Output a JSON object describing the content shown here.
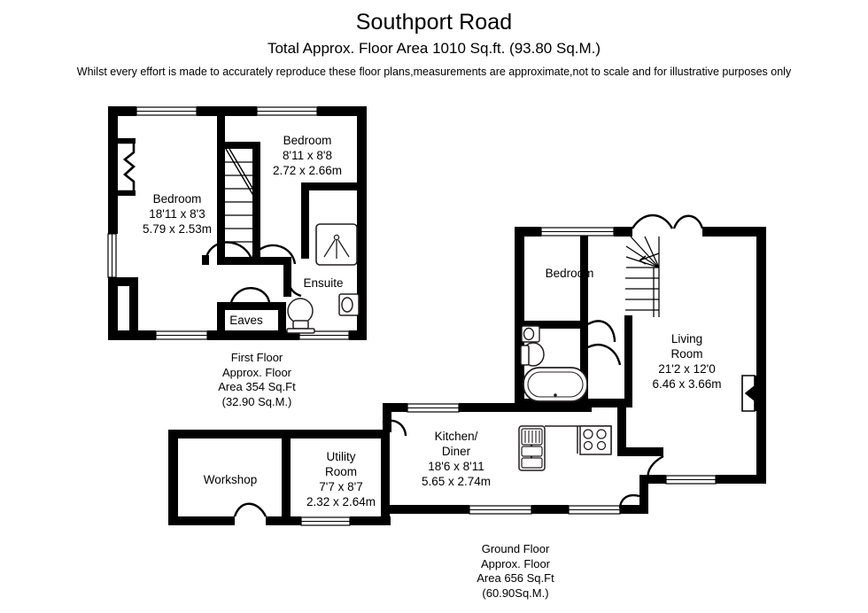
{
  "header": {
    "title": "Southport Road",
    "subtitle": "Total Approx. Floor Area 1010 Sq.ft. (93.80 Sq.M.)",
    "disclaimer": "Whilst every effort is made to accurately reproduce these floor plans,measurements are\napproximate,not to scale and for illustrative purposes only"
  },
  "colors": {
    "wall": "#000000",
    "background": "#ffffff",
    "fixture_stroke": "#231f20",
    "window_fill": "#ffffff",
    "text": "#000000"
  },
  "floors": [
    {
      "id": "first-floor",
      "caption": "First Floor\nApprox. Floor\nArea 354 Sq.Ft\n(32.90 Sq.M.)",
      "caption_name": "First Floor",
      "area_sqft": "354 Sq.Ft",
      "area_sqm": "(32.90 Sq.M.)",
      "rooms": [
        {
          "id": "bedroom-first-left",
          "name": "Bedroom",
          "dimensions_imperial": "18'11 x 8'3",
          "dimensions_metric": "5.79 x 2.53m",
          "label": "Bedroom\n18'11 x 8'3\n5.79 x 2.53m"
        },
        {
          "id": "bedroom-first-top",
          "name": "Bedroom",
          "dimensions_imperial": "8'11 x 8'8",
          "dimensions_metric": "2.72 x 2.66m",
          "label": "Bedroom\n8'11 x 8'8\n2.72 x 2.66m"
        },
        {
          "id": "ensuite",
          "name": "Ensuite",
          "dimensions_imperial": "",
          "dimensions_metric": "",
          "label": "Ensuite"
        },
        {
          "id": "eaves",
          "name": "Eaves",
          "dimensions_imperial": "",
          "dimensions_metric": "",
          "label": "Eaves"
        }
      ]
    },
    {
      "id": "ground-floor",
      "caption": "Ground Floor\nApprox. Floor\nArea 656 Sq.Ft\n(60.90Sq.M.)",
      "caption_name": "Ground Floor",
      "area_sqft": "656 Sq.Ft",
      "area_sqm": "(60.90Sq.M.)",
      "rooms": [
        {
          "id": "workshop",
          "name": "Workshop",
          "dimensions_imperial": "",
          "dimensions_metric": "",
          "label": "Workshop"
        },
        {
          "id": "utility-room",
          "name": "Utility Room",
          "dimensions_imperial": "7'7 x 8'7",
          "dimensions_metric": "2.32 x 2.64m",
          "label": "Utility\nRoom\n7'7 x 8'7\n2.32 x 2.64m"
        },
        {
          "id": "kitchen-diner",
          "name": "Kitchen/ Diner",
          "dimensions_imperial": "18'6 x 8'11",
          "dimensions_metric": "5.65 x 2.74m",
          "label": "Kitchen/\nDiner\n18'6 x 8'11\n5.65 x 2.74m"
        },
        {
          "id": "bedroom-ground",
          "name": "Bedroom",
          "dimensions_imperial": "",
          "dimensions_metric": "",
          "label": "Bedroom"
        },
        {
          "id": "living-room",
          "name": "Living Room",
          "dimensions_imperial": "21'2 x 12'0",
          "dimensions_metric": "6.46 x 3.66m",
          "label": "Living\nRoom\n21'2 x 12'0\n6.46 x 3.66m"
        }
      ]
    }
  ],
  "fixtures": [
    {
      "id": "shower-tray",
      "icon": "shower-icon",
      "floor": "first-floor"
    },
    {
      "id": "wc-first",
      "icon": "toilet-icon",
      "floor": "first-floor"
    },
    {
      "id": "basin-first",
      "icon": "basin-icon",
      "floor": "first-floor"
    },
    {
      "id": "wardrobe",
      "icon": "wardrobe-icon",
      "floor": "first-floor"
    },
    {
      "id": "stairs-first",
      "icon": "stairs-icon",
      "floor": "first-floor"
    },
    {
      "id": "bath",
      "icon": "bathtub-icon",
      "floor": "ground-floor"
    },
    {
      "id": "wc-ground",
      "icon": "toilet-icon",
      "floor": "ground-floor"
    },
    {
      "id": "basin-ground",
      "icon": "basin-icon",
      "floor": "ground-floor"
    },
    {
      "id": "sink-unit",
      "icon": "sink-icon",
      "floor": "ground-floor"
    },
    {
      "id": "hob",
      "icon": "hob-icon",
      "floor": "ground-floor"
    },
    {
      "id": "stairs-ground",
      "icon": "winder-stairs-icon",
      "floor": "ground-floor"
    }
  ]
}
